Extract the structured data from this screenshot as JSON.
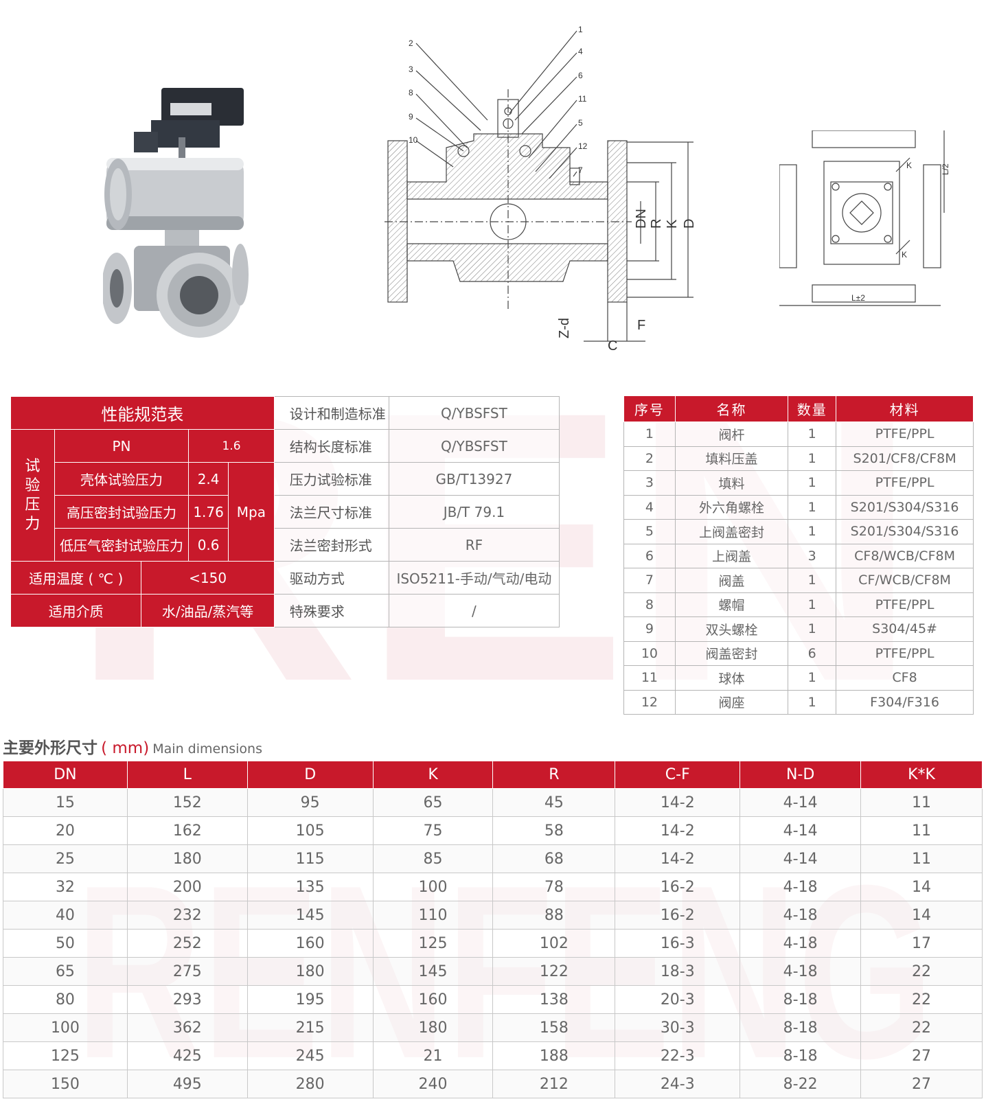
{
  "spec_table": {
    "title": "性能规范表",
    "test_pressure_label": "试验压力",
    "pn_label": "PN",
    "pn_value": "1.6",
    "shell_test_label": "壳体试验压力",
    "shell_test_value": "2.4",
    "high_seal_label": "高压密封试验压力",
    "high_seal_value": "1.76",
    "low_seal_label": "低压气密封试验压力",
    "low_seal_value": "0.6",
    "unit": "Mpa",
    "temp_label": "适用温度 ( ℃ )",
    "temp_value": "<150",
    "medium_label": "适用介质",
    "medium_value": "水/油品/蒸汽等",
    "standards": [
      {
        "label": "设计和制造标准",
        "value": "Q/YBSFST"
      },
      {
        "label": "结构长度标准",
        "value": "Q/YBSFST"
      },
      {
        "label": "压力试验标准",
        "value": "GB/T13927"
      },
      {
        "label": "法兰尺寸标准",
        "value": "JB/T 79.1"
      },
      {
        "label": "法兰密封形式",
        "value": "RF"
      },
      {
        "label": "驱动方式",
        "value": "ISO5211-手动/气动/电动"
      },
      {
        "label": "特殊要求",
        "value": "/"
      }
    ]
  },
  "parts_table": {
    "headers": [
      "序号",
      "名称",
      "数量",
      "材料"
    ],
    "rows": [
      [
        "1",
        "阀杆",
        "1",
        "PTFE/PPL"
      ],
      [
        "2",
        "填料压盖",
        "1",
        "S201/CF8/CF8M"
      ],
      [
        "3",
        "填料",
        "1",
        "PTFE/PPL"
      ],
      [
        "4",
        "外六角螺栓",
        "1",
        "S201/S304/S316"
      ],
      [
        "5",
        "上阀盖密封",
        "1",
        "S201/S304/S316"
      ],
      [
        "6",
        "上阀盖",
        "3",
        "CF8/WCB/CF8M"
      ],
      [
        "7",
        "阀盖",
        "1",
        "CF/WCB/CF8M"
      ],
      [
        "8",
        "螺帽",
        "1",
        "PTFE/PPL"
      ],
      [
        "9",
        "双头螺栓",
        "1",
        "S304/45#"
      ],
      [
        "10",
        "阀盖密封",
        "6",
        "PTFE/PPL"
      ],
      [
        "11",
        "球体",
        "1",
        "CF8"
      ],
      [
        "12",
        "阀座",
        "1",
        "F304/F316"
      ]
    ]
  },
  "dimensions": {
    "title_cn": "主要外形尺寸",
    "title_unit": "( mm)",
    "title_en": "Main dimensions",
    "headers": [
      "DN",
      "L",
      "D",
      "K",
      "R",
      "C-F",
      "N-D",
      "K*K"
    ],
    "rows": [
      [
        "15",
        "152",
        "95",
        "65",
        "45",
        "14-2",
        "4-14",
        "11"
      ],
      [
        "20",
        "162",
        "105",
        "75",
        "58",
        "14-2",
        "4-14",
        "11"
      ],
      [
        "25",
        "180",
        "115",
        "85",
        "68",
        "14-2",
        "4-14",
        "11"
      ],
      [
        "32",
        "200",
        "135",
        "100",
        "78",
        "16-2",
        "4-18",
        "14"
      ],
      [
        "40",
        "232",
        "145",
        "110",
        "88",
        "16-2",
        "4-18",
        "14"
      ],
      [
        "50",
        "252",
        "160",
        "125",
        "102",
        "16-3",
        "4-18",
        "17"
      ],
      [
        "65",
        "275",
        "180",
        "145",
        "122",
        "18-3",
        "4-18",
        "22"
      ],
      [
        "80",
        "293",
        "195",
        "160",
        "138",
        "20-3",
        "8-18",
        "22"
      ],
      [
        "100",
        "362",
        "215",
        "180",
        "158",
        "30-3",
        "8-18",
        "22"
      ],
      [
        "125",
        "425",
        "245",
        "21",
        "188",
        "22-3",
        "8-18",
        "27"
      ],
      [
        "150",
        "495",
        "280",
        "240",
        "212",
        "24-3",
        "8-22",
        "27"
      ]
    ]
  },
  "drawing": {
    "callouts": [
      "1",
      "4",
      "6",
      "11",
      "5",
      "12",
      "7",
      "2",
      "3",
      "8",
      "9",
      "10"
    ],
    "dim_labels": [
      "DN",
      "R",
      "K",
      "D",
      "F",
      "C",
      "Z-d"
    ],
    "top_labels": [
      "L±2",
      "L/2",
      "K",
      "K"
    ]
  },
  "watermark": "RENFENG",
  "colors": {
    "accent": "#c8192b"
  }
}
